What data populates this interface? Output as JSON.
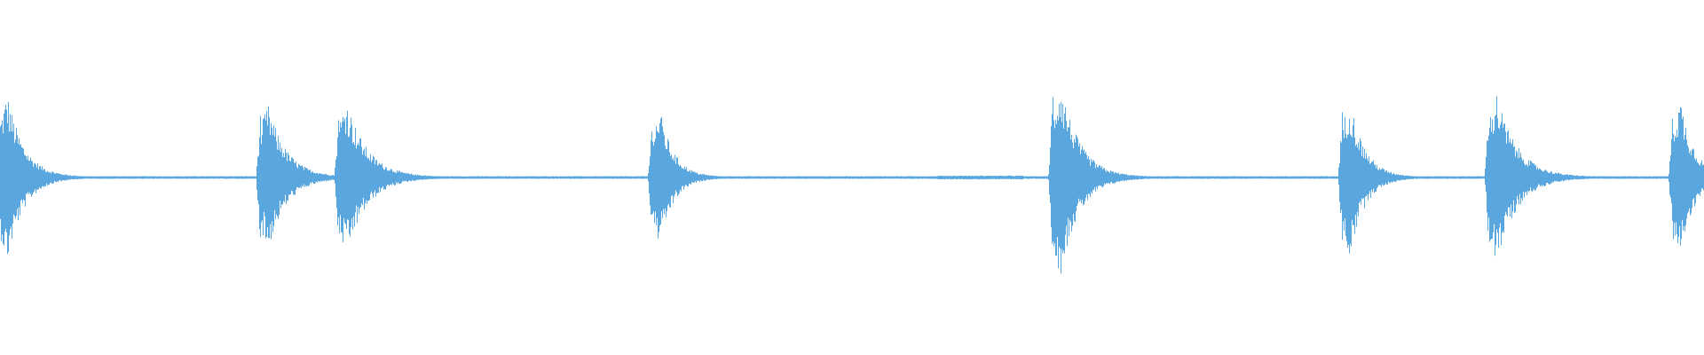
{
  "waveform": {
    "color": "#5aa7e0",
    "background": "#ffffff",
    "bursts": [
      {
        "onset": 0.0,
        "peak": 0.6,
        "decay": 0.018
      },
      {
        "onset": 0.153,
        "peak": 0.52,
        "decay": 0.02
      },
      {
        "onset": 0.199,
        "peak": 0.56,
        "decay": 0.022
      },
      {
        "onset": 0.383,
        "peak": 0.48,
        "decay": 0.015
      },
      {
        "onset": 0.618,
        "peak": 0.7,
        "decay": 0.02
      },
      {
        "onset": 0.788,
        "peak": 0.56,
        "decay": 0.016
      },
      {
        "onset": 0.874,
        "peak": 0.6,
        "decay": 0.022
      },
      {
        "onset": 0.982,
        "peak": 0.56,
        "decay": 0.015
      }
    ],
    "noise_floor": 0.006,
    "hum_segment": {
      "from": 0.55,
      "to": 0.6,
      "level": 0.01
    }
  }
}
